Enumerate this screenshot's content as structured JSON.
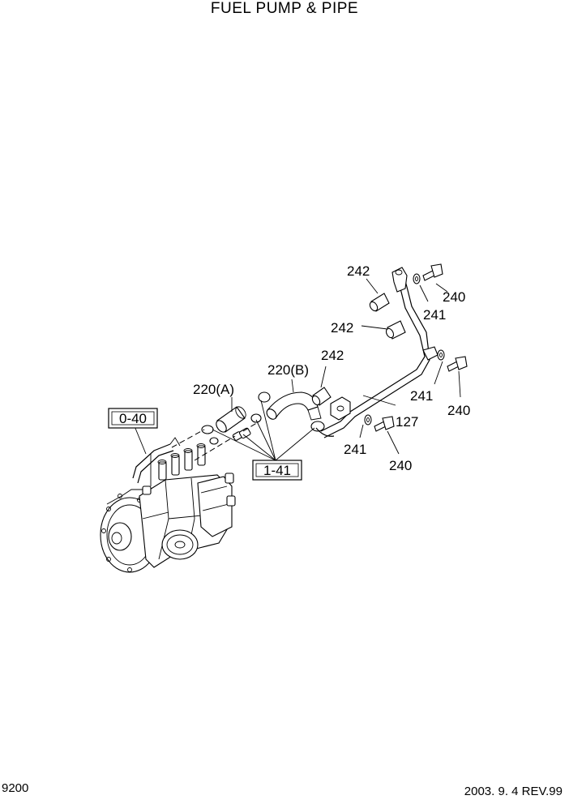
{
  "page": {
    "title": "FUEL PUMP & PIPE",
    "page_number": "9200",
    "revision": "2003. 9. 4 REV.99"
  },
  "diagram": {
    "ref_boxes": [
      "0-40",
      "1-41"
    ],
    "callouts": {
      "c242_top": "242",
      "c242_mid": "242",
      "c242_low": "242",
      "c240_top": "240",
      "c241_top": "241",
      "c241_mid": "241",
      "c240_mid": "240",
      "c127": "127",
      "c241_low": "241",
      "c240_low": "240",
      "c220a": "220(A)",
      "c220b": "220(B)"
    }
  }
}
